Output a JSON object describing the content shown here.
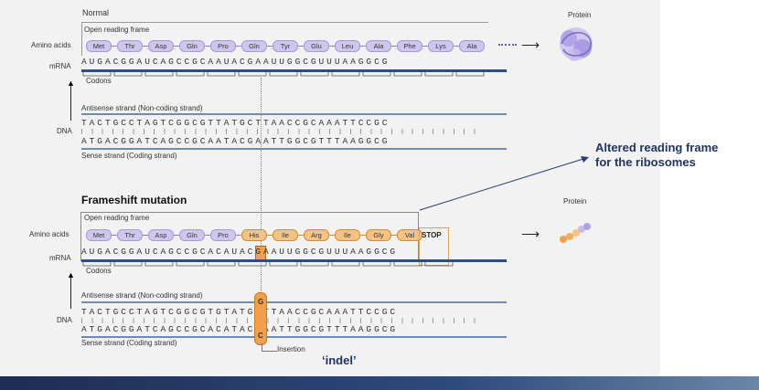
{
  "normal": {
    "heading": "Normal",
    "orf_label": "Open reading frame",
    "amino_label": "Amino acids",
    "mrna_label": "mRNA",
    "codons_label": "Codons",
    "amino_acids": [
      "Met",
      "Thr",
      "Asp",
      "Gln",
      "Pro",
      "Gln",
      "Tyr",
      "Glu",
      "Leu",
      "Ala",
      "Phe",
      "Lys",
      "Ala"
    ],
    "mrna_seq": "AUGACGGAUCAGCCGCAAUACGAAUUGGCGUUUAAGGCG",
    "antisense_label": "Antisense strand (Non-coding strand)",
    "antisense_seq": "TACTGCCTAGTCGGCGTTATGCTTAACCGCAAATTCCGC",
    "dna_label": "DNA",
    "sense_seq": "ATGACGGATCAGCCGCAATACGAATTGGCGTTTAAGGCG",
    "sense_label": "Sense strand (Coding strand)",
    "protein_label": "Protein"
  },
  "frameshift": {
    "heading": "Frameshift mutation",
    "orf_label": "Open reading frame",
    "amino_label": "Amino acids",
    "mrna_label": "mRNA",
    "codons_label": "Codons",
    "amino_acids_normal": [
      "Met",
      "Thr",
      "Asp",
      "Gln",
      "Pro"
    ],
    "amino_acids_mutated": [
      "His",
      "Ile",
      "Arg",
      "Ile",
      "Gly",
      "Val"
    ],
    "stop_label": "STOP",
    "mrna_seq": "AUGACGGAUCAGCCGCACAUACGAAUUGGCGUUUAAGGCG",
    "antisense_label": "Antisense strand (Non-coding strand)",
    "antisense_seq": "TACTGCCTAGTCGGCGTGTATGCTTAACCGCAAATTCCGC",
    "dna_label": "DNA",
    "sense_seq": "ATGACGGATCAGCCGCACATACGAATTGGCGTTTAAGGCG",
    "sense_label": "Sense strand (Coding strand)",
    "insertion_label": "Insertion",
    "insertion_top": "G",
    "insertion_bottom": "C",
    "protein_label": "Protein"
  },
  "callout": {
    "line1": "Altered reading frame",
    "line2": "for the ribosomes"
  },
  "indel_label": "‘indel’",
  "colors": {
    "strand": "#2c4f80",
    "normal_aa": "#cfc6ee",
    "mutated_aa": "#f6c387",
    "callout": "#1f3463"
  }
}
